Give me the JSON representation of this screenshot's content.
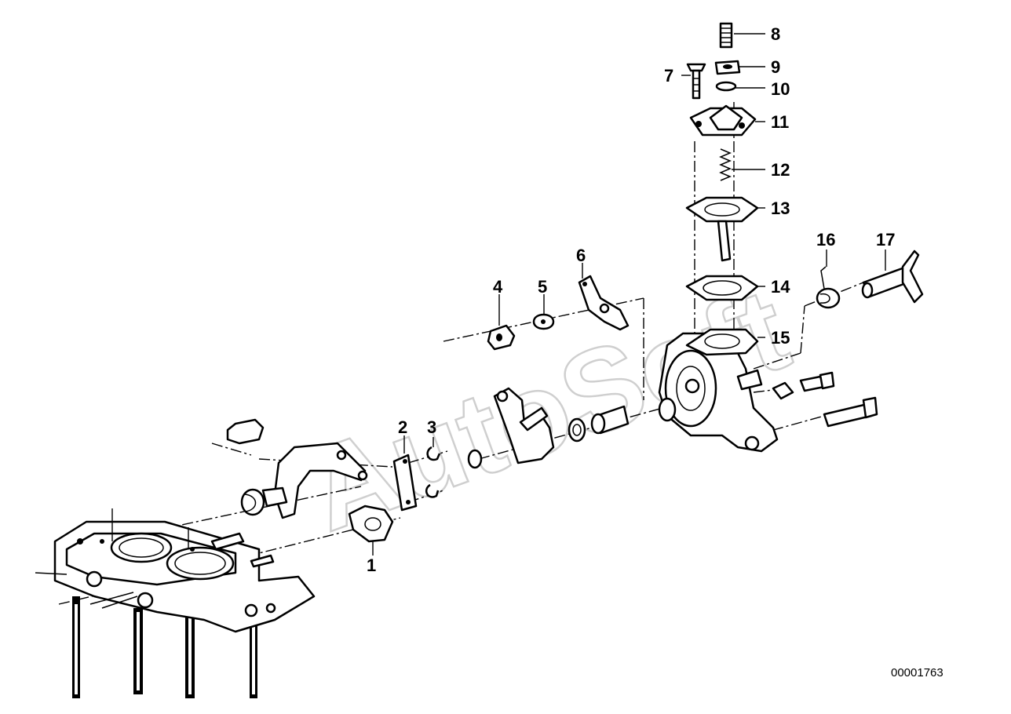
{
  "watermark": "AutoSoft",
  "reference_number": "00001763",
  "callouts": [
    {
      "id": "1",
      "label": "1"
    },
    {
      "id": "2",
      "label": "2"
    },
    {
      "id": "3",
      "label": "3"
    },
    {
      "id": "4",
      "label": "4"
    },
    {
      "id": "5",
      "label": "5"
    },
    {
      "id": "6",
      "label": "6"
    },
    {
      "id": "7",
      "label": "7"
    },
    {
      "id": "8",
      "label": "8"
    },
    {
      "id": "9",
      "label": "9"
    },
    {
      "id": "10",
      "label": "10"
    },
    {
      "id": "11",
      "label": "11"
    },
    {
      "id": "12",
      "label": "12"
    },
    {
      "id": "13",
      "label": "13"
    },
    {
      "id": "14",
      "label": "14"
    },
    {
      "id": "15",
      "label": "15"
    },
    {
      "id": "16",
      "label": "16"
    },
    {
      "id": "17",
      "label": "17"
    }
  ]
}
